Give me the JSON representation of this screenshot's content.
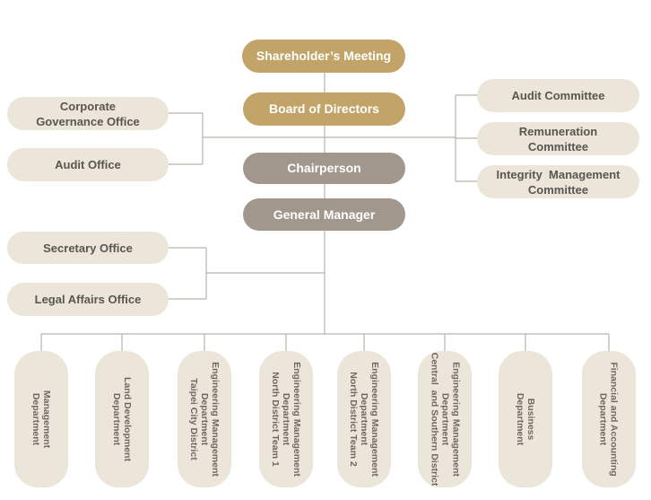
{
  "top": {
    "shareholders": "Shareholder’s Meeting",
    "board": "Board of Directors",
    "chairperson": "Chairperson",
    "general_manager": "General Manager"
  },
  "left_board": {
    "corporate_governance": "Corporate\nGovernance Office",
    "audit_office": "Audit Office"
  },
  "right_board": {
    "audit_committee": "Audit Committee",
    "remuneration": "Remuneration\nCommittee",
    "integrity": "Integrity  Management\nCommittee"
  },
  "left_gm": {
    "secretary": "Secretary Office",
    "legal": "Legal Affairs Office"
  },
  "departments": [
    "Management\nDepartment",
    "Land Development\nDepartment",
    "Engineering Management\nDepartment\nTaipei City District",
    "Engineering Management\nDepartment\nNorth District Team 1",
    "Engineering Management\nDepartment\nNorth District Team 2",
    "Engineering Management\nDepartment\nCentral  and Southern District",
    "Business\nDepartment",
    "Financial and Accounting\nDepartment"
  ],
  "colors": {
    "gold": "#c2a469",
    "grey": "#a1978c",
    "light": "#ece6da",
    "line": "#b9b4ad"
  }
}
